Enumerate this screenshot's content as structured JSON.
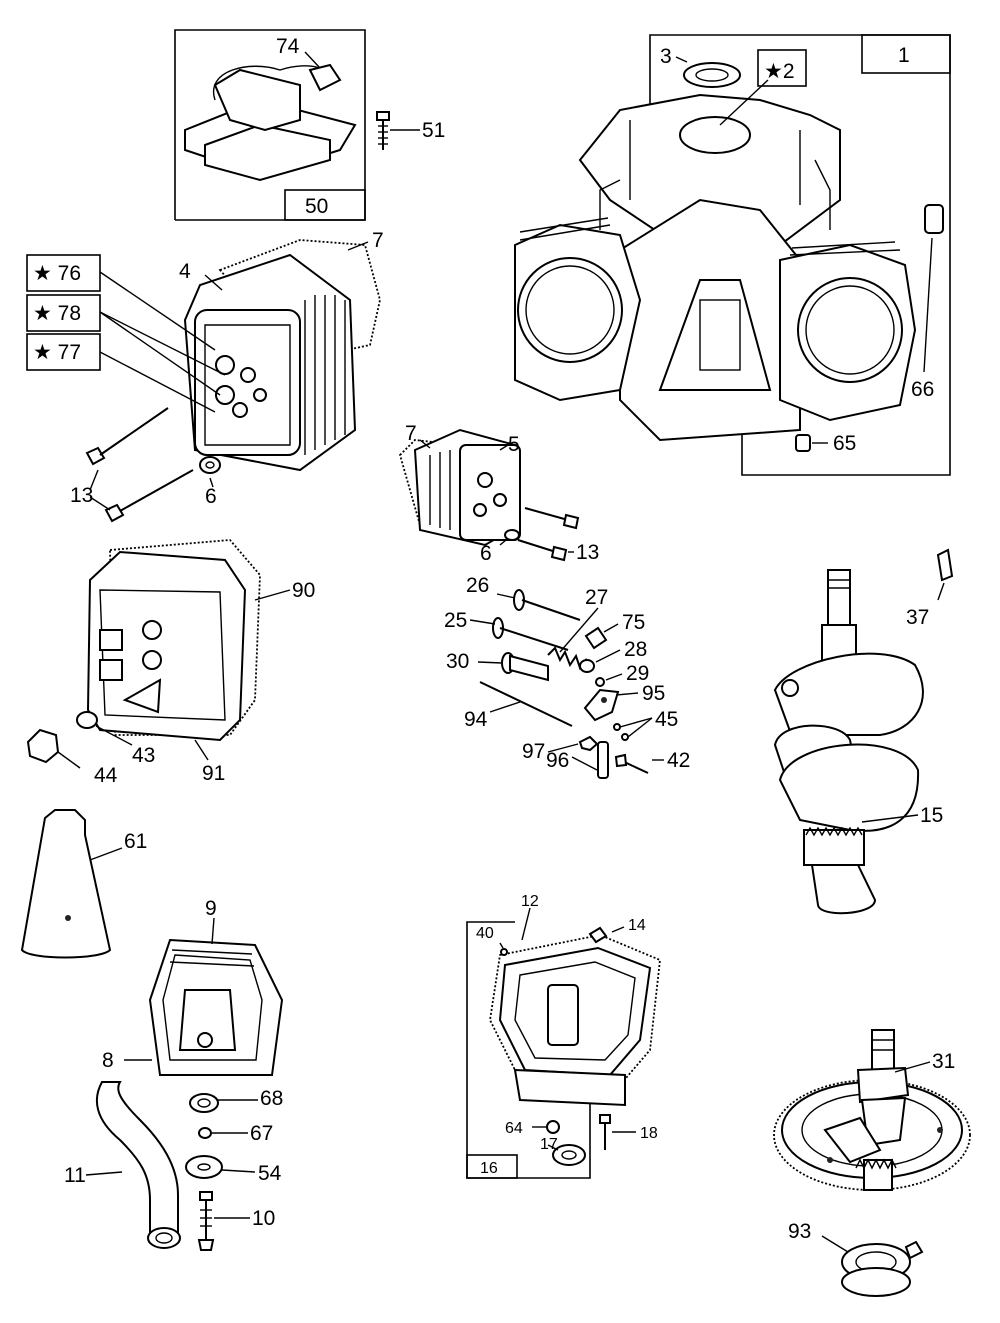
{
  "diagram": {
    "callouts": {
      "p1": "1",
      "p2": "★2",
      "p3": "3",
      "p4": "4",
      "p5": "5",
      "p6a": "6",
      "p6b": "6",
      "p7a": "7",
      "p7b": "7",
      "p8": "8",
      "p9": "9",
      "p10": "10",
      "p11": "11",
      "p12": "12",
      "p13a": "13",
      "p13b": "13",
      "p14": "14",
      "p15": "15",
      "p16": "16",
      "p17": "17",
      "p18": "18",
      "p25": "25",
      "p26": "26",
      "p27": "27",
      "p28": "28",
      "p29": "29",
      "p30": "30",
      "p31": "31",
      "p37": "37",
      "p40": "40",
      "p42": "42",
      "p43": "43",
      "p44": "44",
      "p45": "45",
      "p50": "50",
      "p51": "51",
      "p54": "54",
      "p61": "61",
      "p64": "64",
      "p65": "65",
      "p66": "66",
      "p67": "67",
      "p68": "68",
      "p74": "74",
      "p75": "75",
      "p76": "★ 76",
      "p77": "★ 77",
      "p78": "★ 78",
      "p90": "90",
      "p91": "91",
      "p93": "93",
      "p94": "94",
      "p95": "95",
      "p96": "96",
      "p97": "97"
    }
  }
}
